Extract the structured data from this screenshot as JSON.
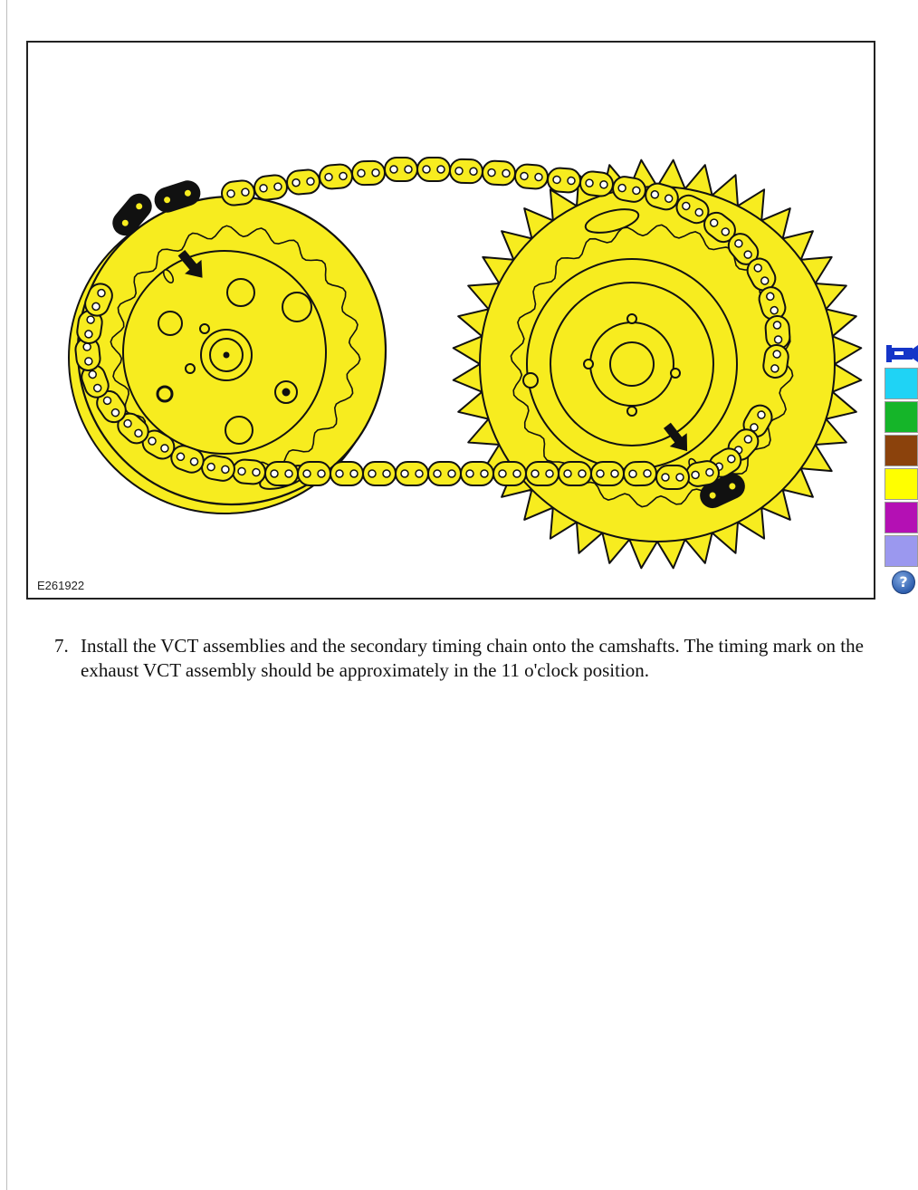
{
  "figure": {
    "id_label": "E261922",
    "part_color": "#f7ec1f",
    "outline_color": "#111111"
  },
  "palette": {
    "header_icon": "camera-icon",
    "swatches": [
      "#1fd3f5",
      "#15b529",
      "#8b420c",
      "#ffff00",
      "#b410b4",
      "#9b98ef"
    ],
    "help_label": "?",
    "help_icon": "help-icon"
  },
  "step": {
    "number": "7.",
    "text": "Install the VCT assemblies and the secondary timing chain onto the camshafts. The timing mark on the exhaust VCT assembly should be approximately in the 11 o'clock position."
  }
}
